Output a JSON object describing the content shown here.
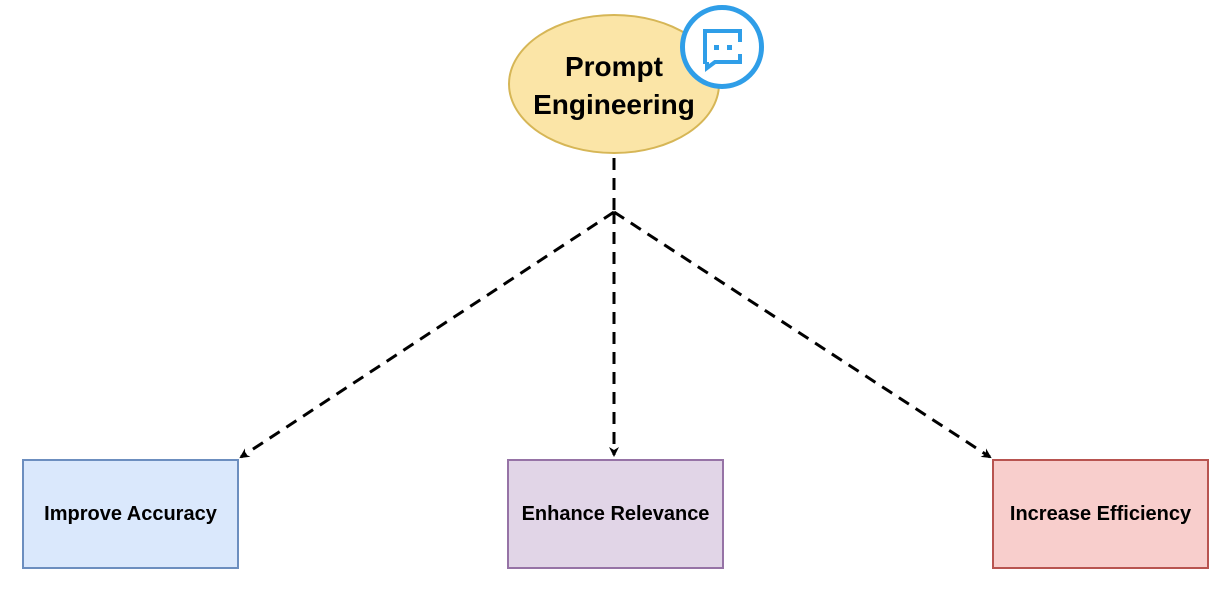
{
  "diagram": {
    "root": {
      "label": "Prompt\nEngineering",
      "fill_color": "#fbe5a7",
      "border_color": "#d6b656",
      "badge_icon": "chat-bot-icon",
      "badge_color": "#2f9ee8"
    },
    "outcomes": [
      {
        "label": "Improve Accuracy",
        "fill_color": "#dae8fc",
        "border_color": "#6c8ebf"
      },
      {
        "label": "Enhance Relevance",
        "fill_color": "#e1d5e7",
        "border_color": "#9673a6"
      },
      {
        "label": "Increase Efficiency",
        "fill_color": "#f8cecc",
        "border_color": "#b85450"
      }
    ],
    "connector_style": "dashed-arrow",
    "connector_color": "#000000"
  }
}
